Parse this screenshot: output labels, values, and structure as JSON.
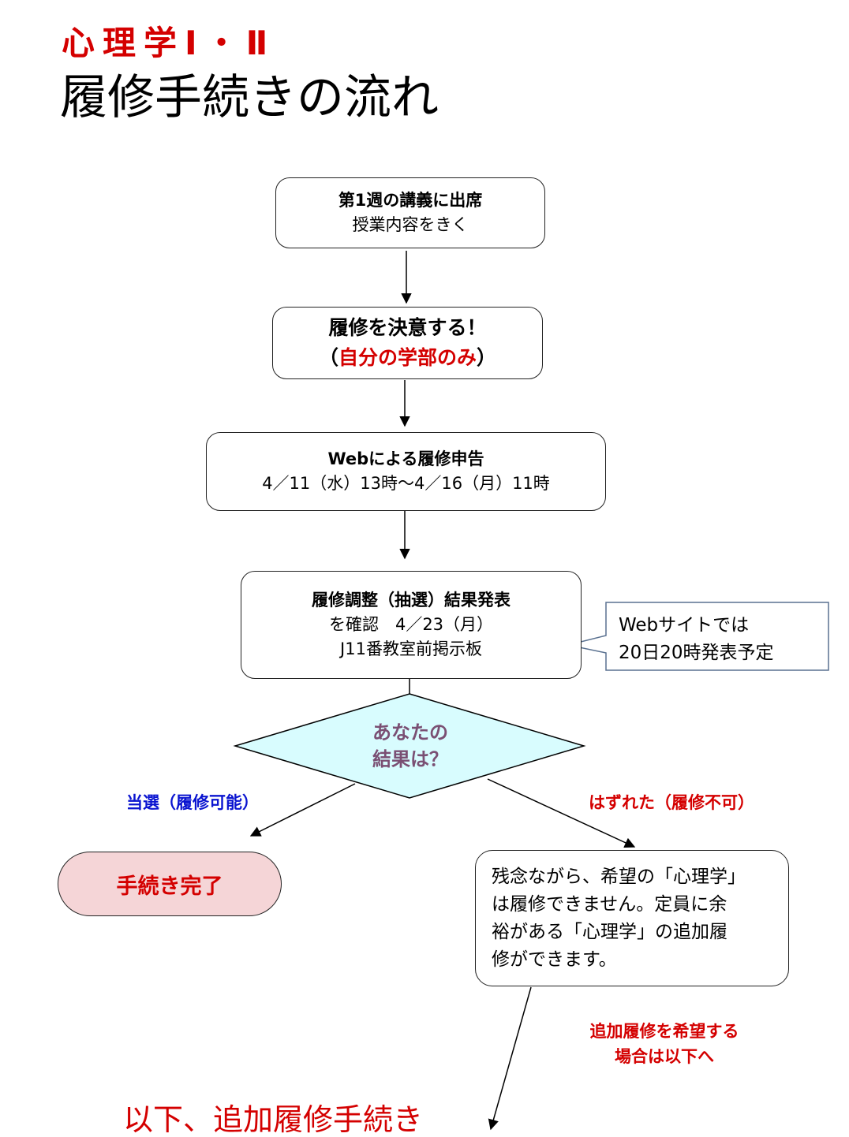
{
  "title": {
    "subject": "心理学Ⅰ・Ⅱ",
    "heading": "履修手続きの流れ"
  },
  "colors": {
    "title_red": "#d40000",
    "win_blue": "#0a14d0",
    "diamond_fill": "#d8fcfe",
    "diamond_text": "#7a4f73",
    "pill_fill": "#f5d5d7",
    "callout_border": "#5a7190"
  },
  "steps": [
    {
      "line1": "第1週の講義に出席",
      "line2": "授業内容をきく"
    },
    {
      "line1": "履修を決意する！",
      "line2_open": "（",
      "line2_red": "自分の学部のみ",
      "line2_close": "）"
    },
    {
      "line1": "Webによる履修申告",
      "line2": "4／11（水）13時～4／16（月）11時"
    },
    {
      "line1": "履修調整（抽選）結果発表",
      "line2": "を確認　4／23（月）",
      "line3": "J11番教室前掲示板"
    }
  ],
  "callout": {
    "line1": "Webサイトでは",
    "line2": "20日20時発表予定"
  },
  "decision": {
    "line1": "あなたの",
    "line2": "結果は？"
  },
  "branches": {
    "win_label": "当選（履修可能）",
    "lose_label": "はずれた（履修不可）"
  },
  "complete": "手続き完了",
  "sorry": {
    "line1": "残念ながら、希望の「心理学」",
    "line2": "は履修できません。定員に余",
    "line3": "裕がある「心理学」の追加履",
    "line4": "修ができます。"
  },
  "additional": {
    "line1": "追加履修を希望する",
    "line2": "場合は以下へ"
  },
  "footer": "以下、追加履修手続き"
}
